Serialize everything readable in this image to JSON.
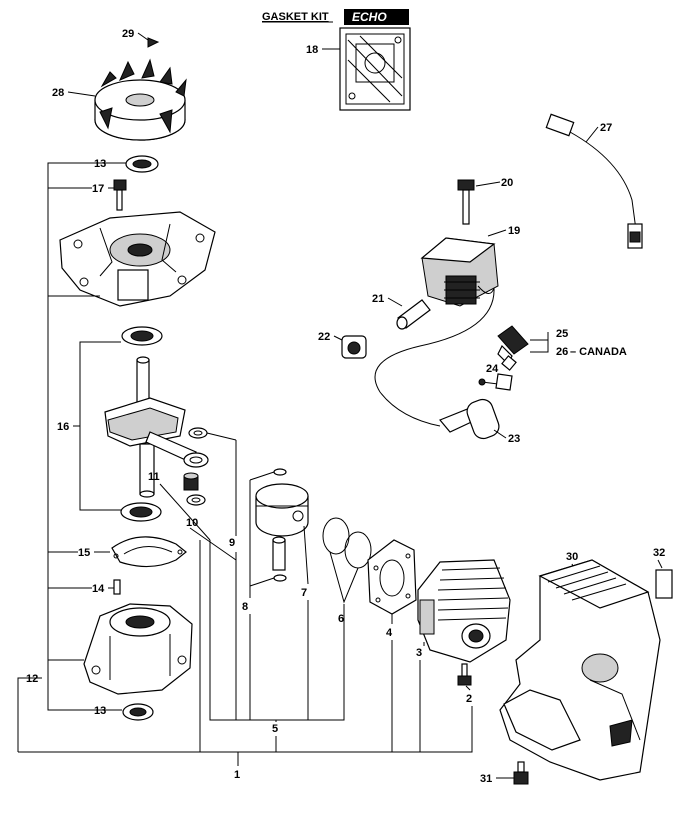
{
  "header": {
    "gasket_kit_label": "GASKET KIT",
    "logo_text": "ECHO"
  },
  "callouts": [
    {
      "id": "c29",
      "text": "29"
    },
    {
      "id": "c28",
      "text": "28"
    },
    {
      "id": "c18",
      "text": "18"
    },
    {
      "id": "c27",
      "text": "27"
    },
    {
      "id": "c13a",
      "text": "13"
    },
    {
      "id": "c17",
      "text": "17"
    },
    {
      "id": "c20",
      "text": "20"
    },
    {
      "id": "c19",
      "text": "19"
    },
    {
      "id": "c21",
      "text": "21"
    },
    {
      "id": "c22",
      "text": "22"
    },
    {
      "id": "c25",
      "text": "25"
    },
    {
      "id": "c26",
      "text": "26"
    },
    {
      "id": "c24",
      "text": "24"
    },
    {
      "id": "c16",
      "text": "16"
    },
    {
      "id": "c23",
      "text": "23"
    },
    {
      "id": "c11",
      "text": "11"
    },
    {
      "id": "c10",
      "text": "10"
    },
    {
      "id": "c9",
      "text": "9"
    },
    {
      "id": "c15",
      "text": "15"
    },
    {
      "id": "c30",
      "text": "30"
    },
    {
      "id": "c32",
      "text": "32"
    },
    {
      "id": "c14",
      "text": "14"
    },
    {
      "id": "c8",
      "text": "8"
    },
    {
      "id": "c7",
      "text": "7"
    },
    {
      "id": "c6",
      "text": "6"
    },
    {
      "id": "c4",
      "text": "4"
    },
    {
      "id": "c3",
      "text": "3"
    },
    {
      "id": "c12",
      "text": "12"
    },
    {
      "id": "c2",
      "text": "2"
    },
    {
      "id": "c13b",
      "text": "13"
    },
    {
      "id": "c5",
      "text": "5"
    },
    {
      "id": "c1",
      "text": "1"
    },
    {
      "id": "c31",
      "text": "31"
    }
  ],
  "notes": {
    "canada": "– CANADA"
  }
}
